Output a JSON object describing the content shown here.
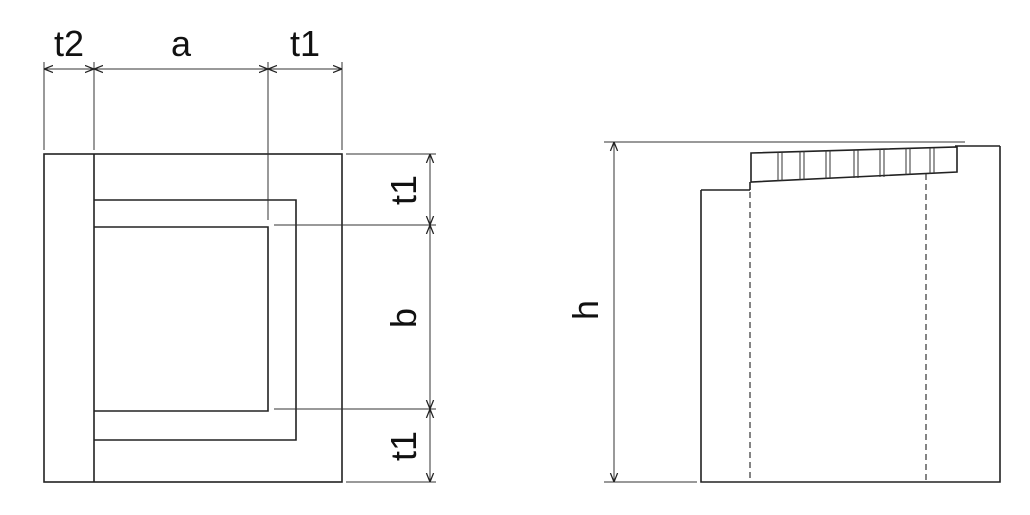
{
  "labels": {
    "t2_top": "t2",
    "a_top": "a",
    "t1_top": "t1",
    "t1_upper": "t1",
    "b_side": "b",
    "t1_lower": "t1",
    "h_side": "h"
  },
  "colors": {
    "line": "#222222",
    "background": "#ffffff"
  }
}
